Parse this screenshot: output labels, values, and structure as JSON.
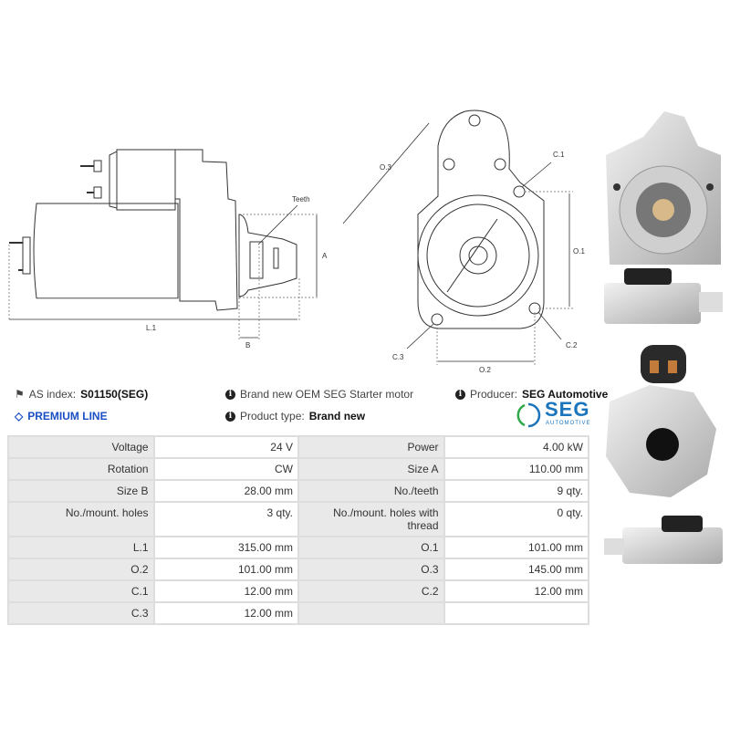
{
  "drawing_side": {
    "label_teeth": "Teeth",
    "label_a": "A",
    "label_b": "B",
    "label_l1": "L.1"
  },
  "drawing_front": {
    "label_o1": "O.1",
    "label_o2": "O.2",
    "label_o3": "O.3",
    "label_c1": "C.1",
    "label_c2": "C.2",
    "label_c3": "C.3"
  },
  "info": {
    "as_index_label": "AS index:",
    "as_index_value": "S01150(SEG)",
    "premium": "PREMIUM LINE",
    "description": "Brand new OEM SEG Starter motor",
    "product_type_label": "Product type:",
    "product_type_value": "Brand new",
    "producer_label": "Producer:",
    "producer_value": "SEG Automotive",
    "logo_text": "SEG",
    "logo_sub": "AUTOMOTIVE"
  },
  "colors": {
    "premium": "#1a4fc4",
    "logo_blue": "#1b75bc",
    "logo_green": "#2ea84a",
    "table_label_bg": "#e9e9e9"
  },
  "specs": [
    [
      "Voltage",
      "24 V",
      "Power",
      "4.00 kW"
    ],
    [
      "Rotation",
      "CW",
      "Size A",
      "110.00 mm"
    ],
    [
      "Size B",
      "28.00 mm",
      "No./teeth",
      "9 qty."
    ],
    [
      "No./mount. holes",
      "3 qty.",
      "No./mount. holes with thread",
      "0 qty."
    ],
    [
      "L.1",
      "315.00 mm",
      "O.1",
      "101.00 mm"
    ],
    [
      "O.2",
      "101.00 mm",
      "O.3",
      "145.00 mm"
    ],
    [
      "C.1",
      "12.00 mm",
      "C.2",
      "12.00 mm"
    ],
    [
      "C.3",
      "12.00 mm",
      "",
      ""
    ]
  ]
}
